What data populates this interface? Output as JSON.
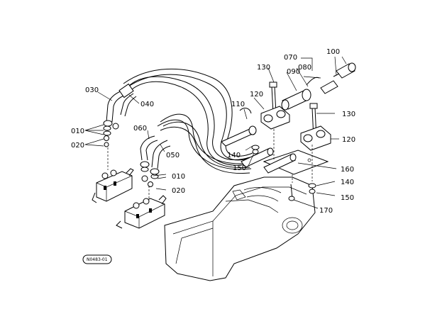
{
  "diagram": {
    "callouts": {
      "p010a": "010",
      "p020a": "020",
      "p030": "030",
      "p040": "040",
      "p060": "060",
      "p050": "050",
      "p010b": "010",
      "p020b": "020",
      "p070": "070",
      "p080": "080",
      "p090": "090",
      "p100": "100",
      "p130a": "130",
      "p120a": "120",
      "p110": "110",
      "p130b": "130",
      "p120b": "120",
      "p140a": "140",
      "p150a": "150",
      "p160": "160",
      "p140b": "140",
      "p150b": "150",
      "p170": "170"
    },
    "stamp": "N0483-01"
  }
}
